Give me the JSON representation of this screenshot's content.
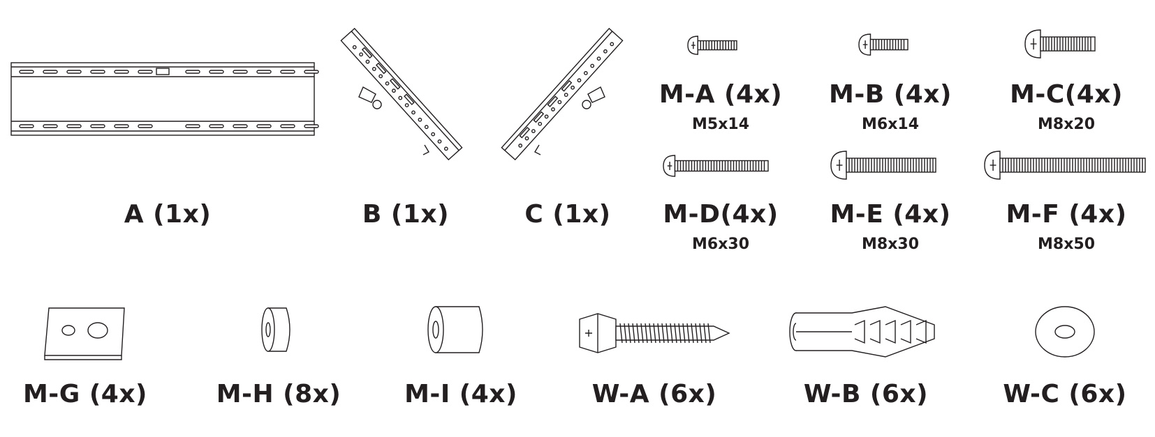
{
  "parts": {
    "a": {
      "label": "A (1x)"
    },
    "b": {
      "label": "B (1x)"
    },
    "c": {
      "label": "C (1x)"
    },
    "ma": {
      "label": "M-A (4x)",
      "size": "M5x14"
    },
    "mb": {
      "label": "M-B (4x)",
      "size": "M6x14"
    },
    "mc": {
      "label": "M-C(4x)",
      "size": "M8x20"
    },
    "md": {
      "label": "M-D(4x)",
      "size": "M6x30"
    },
    "me": {
      "label": "M-E (4x)",
      "size": "M8x30"
    },
    "mf": {
      "label": "M-F (4x)",
      "size": "M8x50"
    },
    "mg": {
      "label": "M-G (4x)"
    },
    "mh": {
      "label": "M-H (8x)"
    },
    "mi": {
      "label": "M-I (4x)"
    },
    "wa": {
      "label": "W-A (6x)"
    },
    "wb": {
      "label": "W-B (6x)"
    },
    "wc": {
      "label": "W-C (6x)"
    }
  },
  "colors": {
    "line": "#231f20",
    "background": "#ffffff"
  }
}
